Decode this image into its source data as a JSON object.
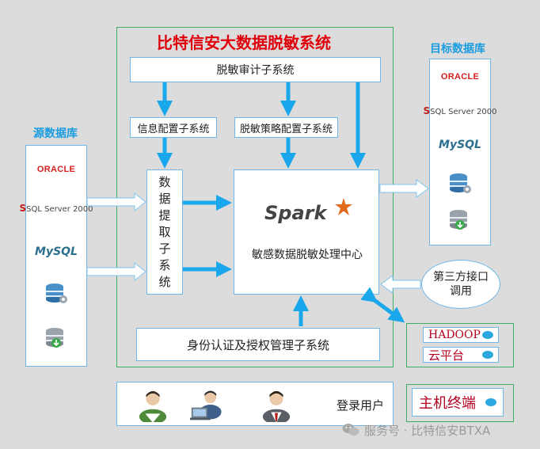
{
  "title": "比特信安大数据脱敏系统",
  "source_db": {
    "title": "源数据库",
    "logos": [
      "ORACLE",
      "SQL Server 2000",
      "MySQL"
    ]
  },
  "target_db": {
    "title": "目标数据库",
    "logos": [
      "ORACLE",
      "SQL Server 2000",
      "MySQL"
    ]
  },
  "audit": "脱敏审计子系统",
  "info_config": "信息配置子系统",
  "strategy_config": "脱敏策略配置子系统",
  "extract_chars": [
    "数",
    "据",
    "提",
    "取",
    "子",
    "系",
    "统"
  ],
  "spark_logo": "Spark",
  "center_label": "敏感数据脱敏处理中心",
  "auth": "身份认证及授权管理子系统",
  "third_party": [
    "第三方接口",
    "调用"
  ],
  "platforms": [
    "HADOOP",
    "云平台"
  ],
  "host": "主机终端",
  "login": "登录用户",
  "watermark": "服务号 · 比特信安BTXA",
  "colors": {
    "arrow": "#1aa7ec",
    "frame": "#3fae64",
    "title": "#e0000b",
    "db_title": "#1a9ce0"
  }
}
